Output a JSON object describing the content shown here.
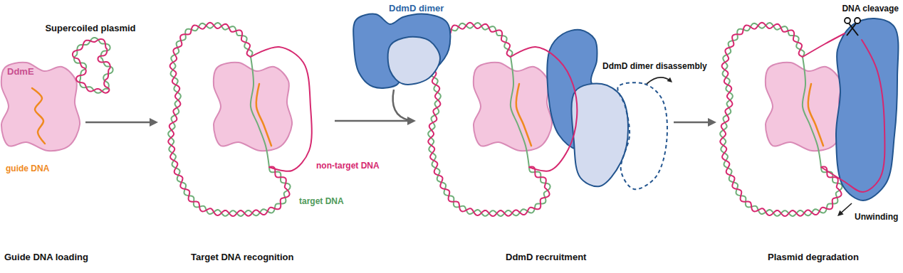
{
  "diagram": {
    "nodes": [
      {
        "text": [
          "DdmE"
        ]
      },
      {
        "text": [
          "Supercoiled plasmid"
        ]
      },
      {
        "text": [
          "DdmD dimer"
        ]
      }
    ],
    "labels": [
      "guide DNA",
      "non-target DNA",
      "target DNA",
      "DdmD dimer disassembly",
      "DNA cleavage",
      "Unwinding",
      "Guide DNA loading",
      "Target DNA recognition",
      "DdmD recruitment",
      "Plasmid degradation"
    ]
  }
}
